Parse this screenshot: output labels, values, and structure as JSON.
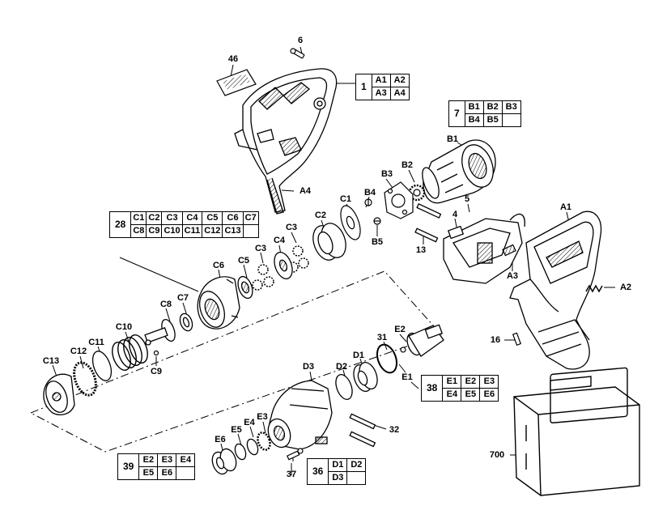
{
  "callouts": {
    "t1": {
      "main": "1",
      "cells": [
        "A1",
        "A2",
        "A3",
        "A4"
      ]
    },
    "t7": {
      "main": "7",
      "cells": [
        "B1",
        "B2",
        "B3",
        "B4",
        "B5",
        ""
      ]
    },
    "t28": {
      "main": "28",
      "cells": [
        "C1",
        "C2",
        "C3",
        "C4",
        "C5",
        "C6",
        "C7",
        "C8",
        "C9",
        "C10",
        "C11",
        "C12",
        "C13",
        ""
      ]
    },
    "t38": {
      "main": "38",
      "cells": [
        "E1",
        "E2",
        "E3",
        "E4",
        "E5",
        "E6"
      ]
    },
    "t39": {
      "main": "39",
      "cells": [
        "E2",
        "E3",
        "E4",
        "E5",
        "E6",
        ""
      ]
    },
    "t36": {
      "main": "36",
      "cells": [
        "D1",
        "D2",
        "D3",
        ""
      ]
    }
  },
  "labels": {
    "l6": "6",
    "l46": "46",
    "lA4": "A4",
    "lB1": "B1",
    "lB2": "B2",
    "lB3": "B3",
    "lB4": "B4",
    "lC1": "C1",
    "lB5": "B5",
    "l5": "5",
    "l4": "4",
    "lA1": "A1",
    "lA2": "A2",
    "lA3": "A3",
    "l13": "13",
    "lC2": "C2",
    "lC3a": "C3",
    "lC4": "C4",
    "lC3b": "C3",
    "lC5": "C5",
    "lC6": "C6",
    "lC7": "C7",
    "lC8": "C8",
    "lC9": "C9",
    "lC10": "C10",
    "lC11": "C11",
    "lC12": "C12",
    "lC13": "C13",
    "lE2": "E2",
    "l31": "31",
    "lD1": "D1",
    "lD2": "D2",
    "lD3": "D3",
    "lE1": "E1",
    "lE3": "E3",
    "lE4": "E4",
    "lE5": "E5",
    "lE6": "E6",
    "l32": "32",
    "l37": "37",
    "l16": "16",
    "l700": "700"
  }
}
